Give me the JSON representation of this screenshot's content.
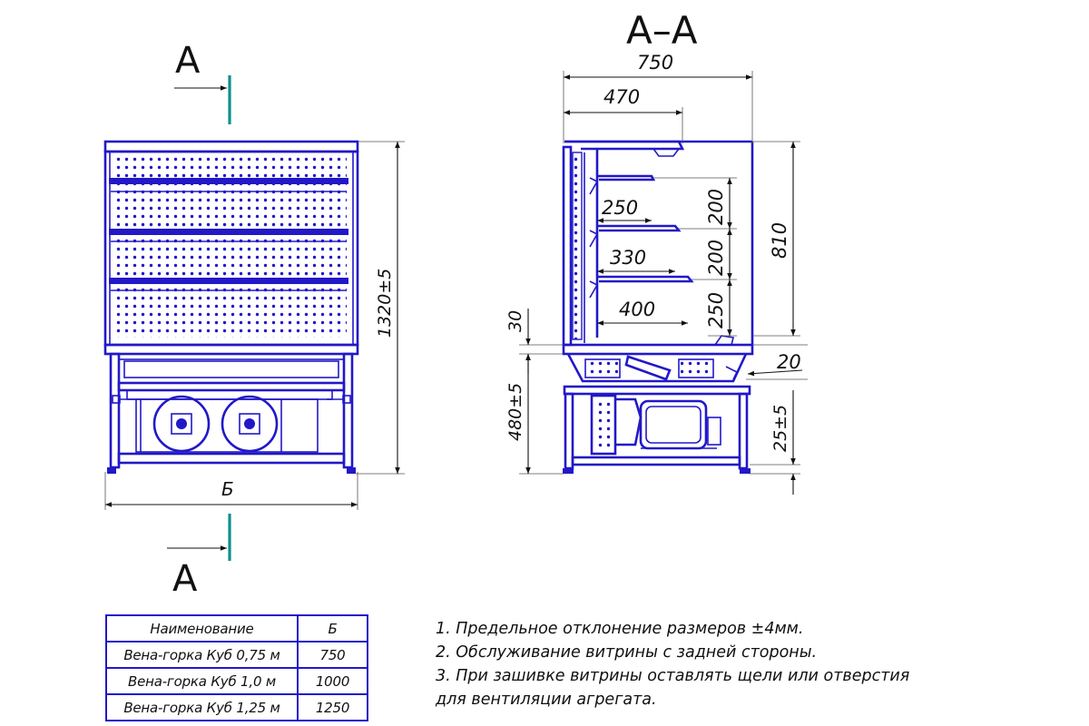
{
  "section_marks": {
    "top_left": "А",
    "bottom_left": "А",
    "section_title": "А–А"
  },
  "front_view": {
    "width_label": "Б",
    "height_label": "1320±5"
  },
  "side_view": {
    "overall_width": "750",
    "inner_width": "470",
    "shelf_depths": [
      "250",
      "330",
      "400"
    ],
    "shelf_spacings": [
      "200",
      "200",
      "250"
    ],
    "cabinet_height": "810",
    "base_thickness": "30",
    "front_offset": "20",
    "lower_height": "480±5",
    "foot_height": "25±5"
  },
  "spec_table": {
    "headers": [
      "Наименование",
      "Б"
    ],
    "rows": [
      [
        "Вена-горка Куб 0,75 м",
        "750"
      ],
      [
        "Вена-горка Куб 1,0 м",
        "1000"
      ],
      [
        "Вена-горка Куб 1,25 м",
        "1250"
      ]
    ]
  },
  "notes": [
    "1. Предельное отклонение размеров ±4мм.",
    "2. Обслуживание витрины с задней стороны.",
    "3. При зашивке витрины оставлять щели или отверстия",
    "для вентиляции агрегата."
  ]
}
